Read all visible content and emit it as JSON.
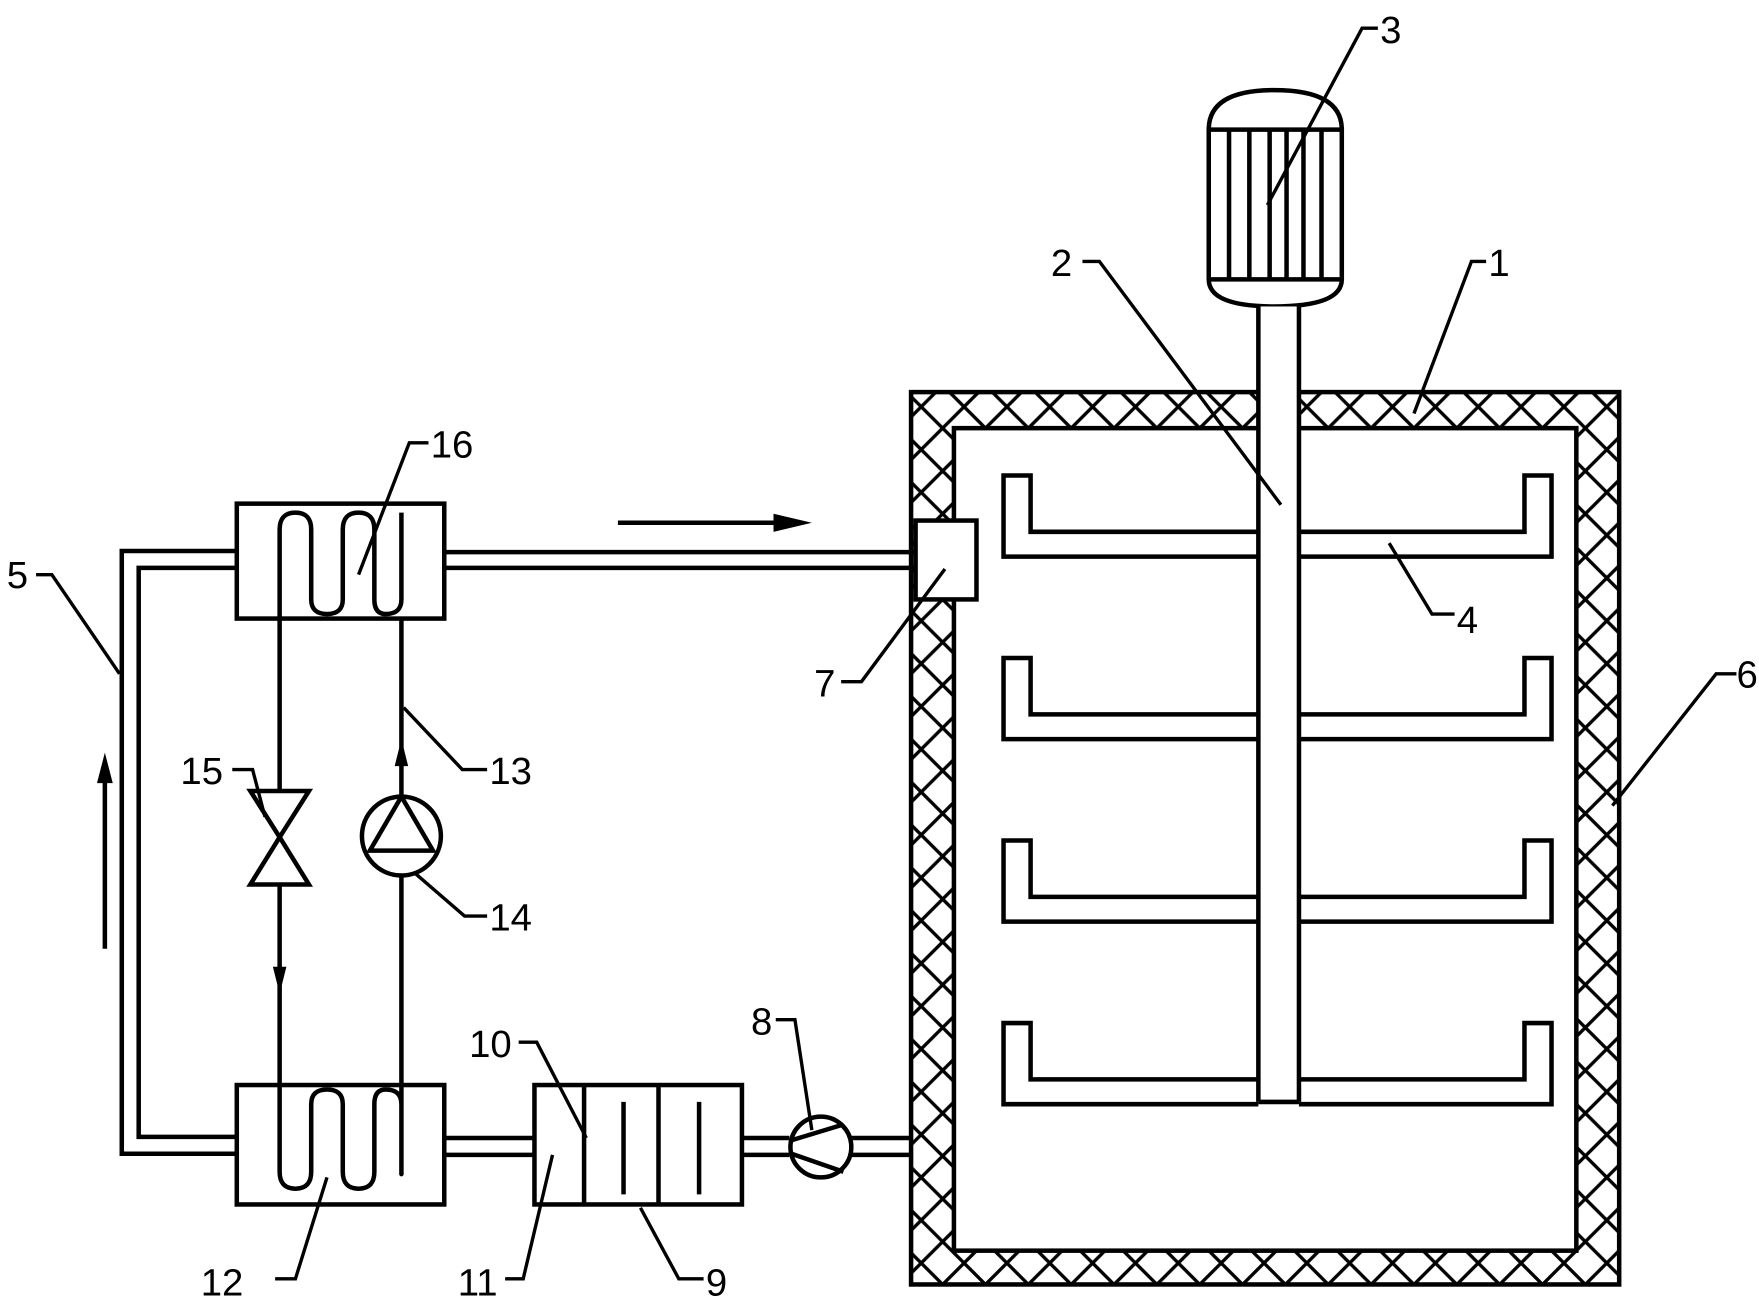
{
  "diagram": {
    "type": "process schematic (patent drawing)",
    "stroke_color": "#000000",
    "background_color": "#ffffff",
    "components": [
      {
        "id": "1",
        "label": "1",
        "name": "tank"
      },
      {
        "id": "2",
        "label": "2",
        "name": "stirring-shaft"
      },
      {
        "id": "3",
        "label": "3",
        "name": "motor"
      },
      {
        "id": "4",
        "label": "4",
        "name": "stirring-paddle"
      },
      {
        "id": "5",
        "label": "5",
        "name": "circulation-pipe"
      },
      {
        "id": "6",
        "label": "6",
        "name": "insulation-layer"
      },
      {
        "id": "7",
        "label": "7",
        "name": "inlet-nozzle"
      },
      {
        "id": "8",
        "label": "8",
        "name": "circulation-pump"
      },
      {
        "id": "9",
        "label": "9",
        "name": "filter-box"
      },
      {
        "id": "10",
        "label": "10",
        "name": "filter-partition"
      },
      {
        "id": "11",
        "label": "11",
        "name": "filter-media"
      },
      {
        "id": "12",
        "label": "12",
        "name": "evaporator-coil"
      },
      {
        "id": "13",
        "label": "13",
        "name": "refrigerant-line"
      },
      {
        "id": "14",
        "label": "14",
        "name": "compressor"
      },
      {
        "id": "15",
        "label": "15",
        "name": "expansion-valve"
      },
      {
        "id": "16",
        "label": "16",
        "name": "condenser-coil"
      }
    ],
    "flow_arrows": [
      {
        "name": "flow-arrow-right",
        "direction": "right"
      },
      {
        "name": "flow-arrow-up",
        "direction": "up"
      },
      {
        "name": "refrigerant-arrow-down",
        "direction": "down"
      },
      {
        "name": "refrigerant-arrow-up",
        "direction": "up"
      }
    ],
    "paddle_count": 4
  }
}
